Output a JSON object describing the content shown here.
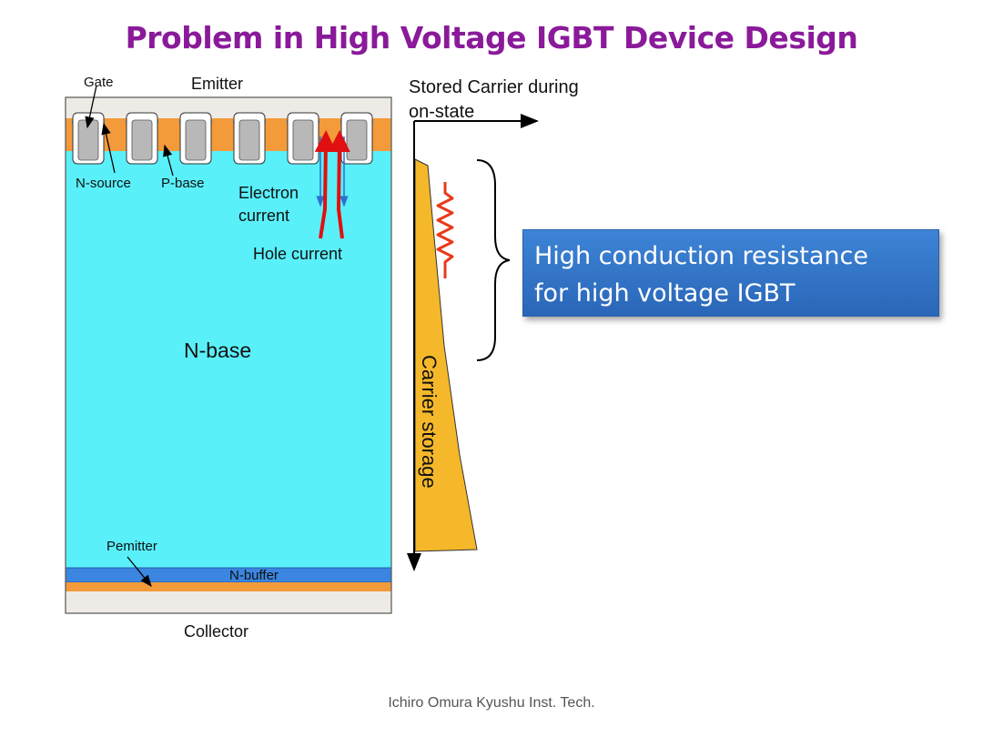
{
  "title": "Problem in High Voltage IGBT Device Design",
  "device": {
    "labels": {
      "gate": "Gate",
      "emitter": "Emitter",
      "n_source": "N-source",
      "p_base": "P-base",
      "electron_current": [
        "Electron",
        "current"
      ],
      "hole_current": "Hole current",
      "n_base": "N-base",
      "pemitter": "Pemitter",
      "n_buffer": "N-buffer",
      "collector": "Collector"
    },
    "colors": {
      "n_base": "#5af0fa",
      "p_base": "#f39a3a",
      "n_buffer": "#3a86e0",
      "metal": "#eeebe6",
      "gate": "#b8b8b8",
      "hole_arrow": "#e01010",
      "electron_arrow": "#2a6fd0"
    }
  },
  "profile": {
    "axis_label": [
      "Stored Carrier during",
      "on-state"
    ],
    "region_label": "Carrier storage",
    "fill_color": "#f5b82a"
  },
  "callout": {
    "lines": [
      "High conduction resistance",
      "for high voltage IGBT"
    ],
    "color": "#2f6fc4"
  },
  "footer": "Ichiro Omura Kyushu Inst. Tech."
}
